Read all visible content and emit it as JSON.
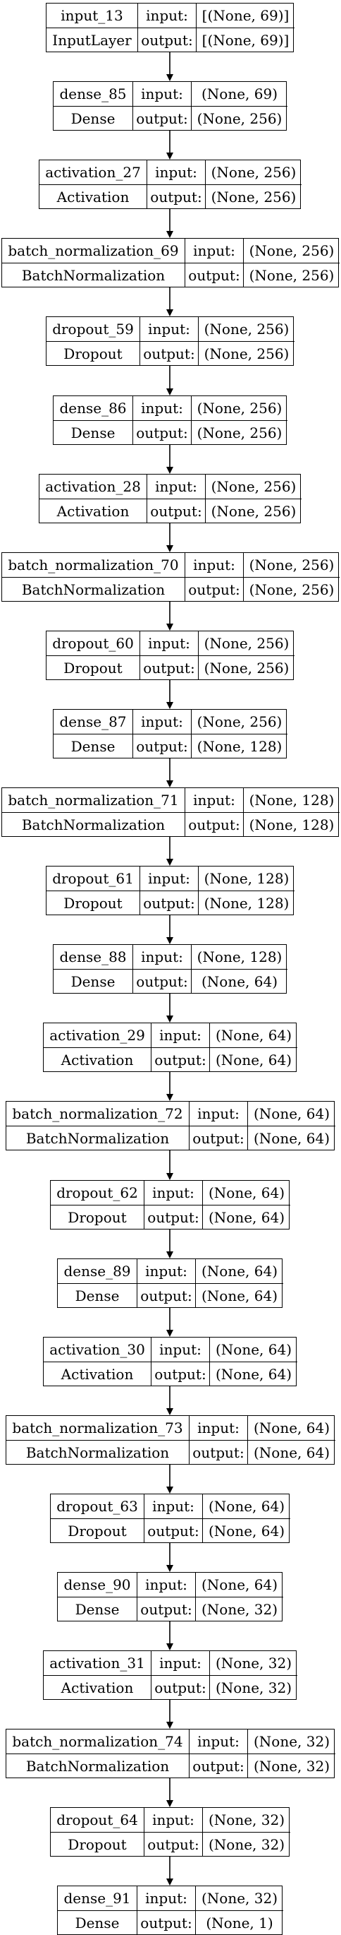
{
  "layers": [
    {
      "name": "input_13",
      "type": "InputLayer",
      "input": "[(None, 69)]",
      "output": "[(None, 69)]"
    },
    {
      "name": "dense_85",
      "type": "Dense",
      "input": "(None, 69)",
      "output": "(None, 256)"
    },
    {
      "name": "activation_27",
      "type": "Activation",
      "input": "(None, 256)",
      "output": "(None, 256)"
    },
    {
      "name": "batch_normalization_69",
      "type": "BatchNormalization",
      "input": "(None, 256)",
      "output": "(None, 256)"
    },
    {
      "name": "dropout_59",
      "type": "Dropout",
      "input": "(None, 256)",
      "output": "(None, 256)"
    },
    {
      "name": "dense_86",
      "type": "Dense",
      "input": "(None, 256)",
      "output": "(None, 256)"
    },
    {
      "name": "activation_28",
      "type": "Activation",
      "input": "(None, 256)",
      "output": "(None, 256)"
    },
    {
      "name": "batch_normalization_70",
      "type": "BatchNormalization",
      "input": "(None, 256)",
      "output": "(None, 256)"
    },
    {
      "name": "dropout_60",
      "type": "Dropout",
      "input": "(None, 256)",
      "output": "(None, 256)"
    },
    {
      "name": "dense_87",
      "type": "Dense",
      "input": "(None, 256)",
      "output": "(None, 128)"
    },
    {
      "name": "batch_normalization_71",
      "type": "BatchNormalization",
      "input": "(None, 128)",
      "output": "(None, 128)"
    },
    {
      "name": "dropout_61",
      "type": "Dropout",
      "input": "(None, 128)",
      "output": "(None, 128)"
    },
    {
      "name": "dense_88",
      "type": "Dense",
      "input": "(None, 128)",
      "output": "(None, 64)"
    },
    {
      "name": "activation_29",
      "type": "Activation",
      "input": "(None, 64)",
      "output": "(None, 64)"
    },
    {
      "name": "batch_normalization_72",
      "type": "BatchNormalization",
      "input": "(None, 64)",
      "output": "(None, 64)"
    },
    {
      "name": "dropout_62",
      "type": "Dropout",
      "input": "(None, 64)",
      "output": "(None, 64)"
    },
    {
      "name": "dense_89",
      "type": "Dense",
      "input": "(None, 64)",
      "output": "(None, 64)"
    },
    {
      "name": "activation_30",
      "type": "Activation",
      "input": "(None, 64)",
      "output": "(None, 64)"
    },
    {
      "name": "batch_normalization_73",
      "type": "BatchNormalization",
      "input": "(None, 64)",
      "output": "(None, 64)"
    },
    {
      "name": "dropout_63",
      "type": "Dropout",
      "input": "(None, 64)",
      "output": "(None, 64)"
    },
    {
      "name": "dense_90",
      "type": "Dense",
      "input": "(None, 64)",
      "output": "(None, 32)"
    },
    {
      "name": "activation_31",
      "type": "Activation",
      "input": "(None, 32)",
      "output": "(None, 32)"
    },
    {
      "name": "batch_normalization_74",
      "type": "BatchNormalization",
      "input": "(None, 32)",
      "output": "(None, 32)"
    },
    {
      "name": "dropout_64",
      "type": "Dropout",
      "input": "(None, 32)",
      "output": "(None, 32)"
    },
    {
      "name": "dense_91",
      "type": "Dense",
      "input": "(None, 32)",
      "output": "(None, 1)"
    }
  ],
  "port_labels": {
    "input": "input:",
    "output": "output:"
  }
}
